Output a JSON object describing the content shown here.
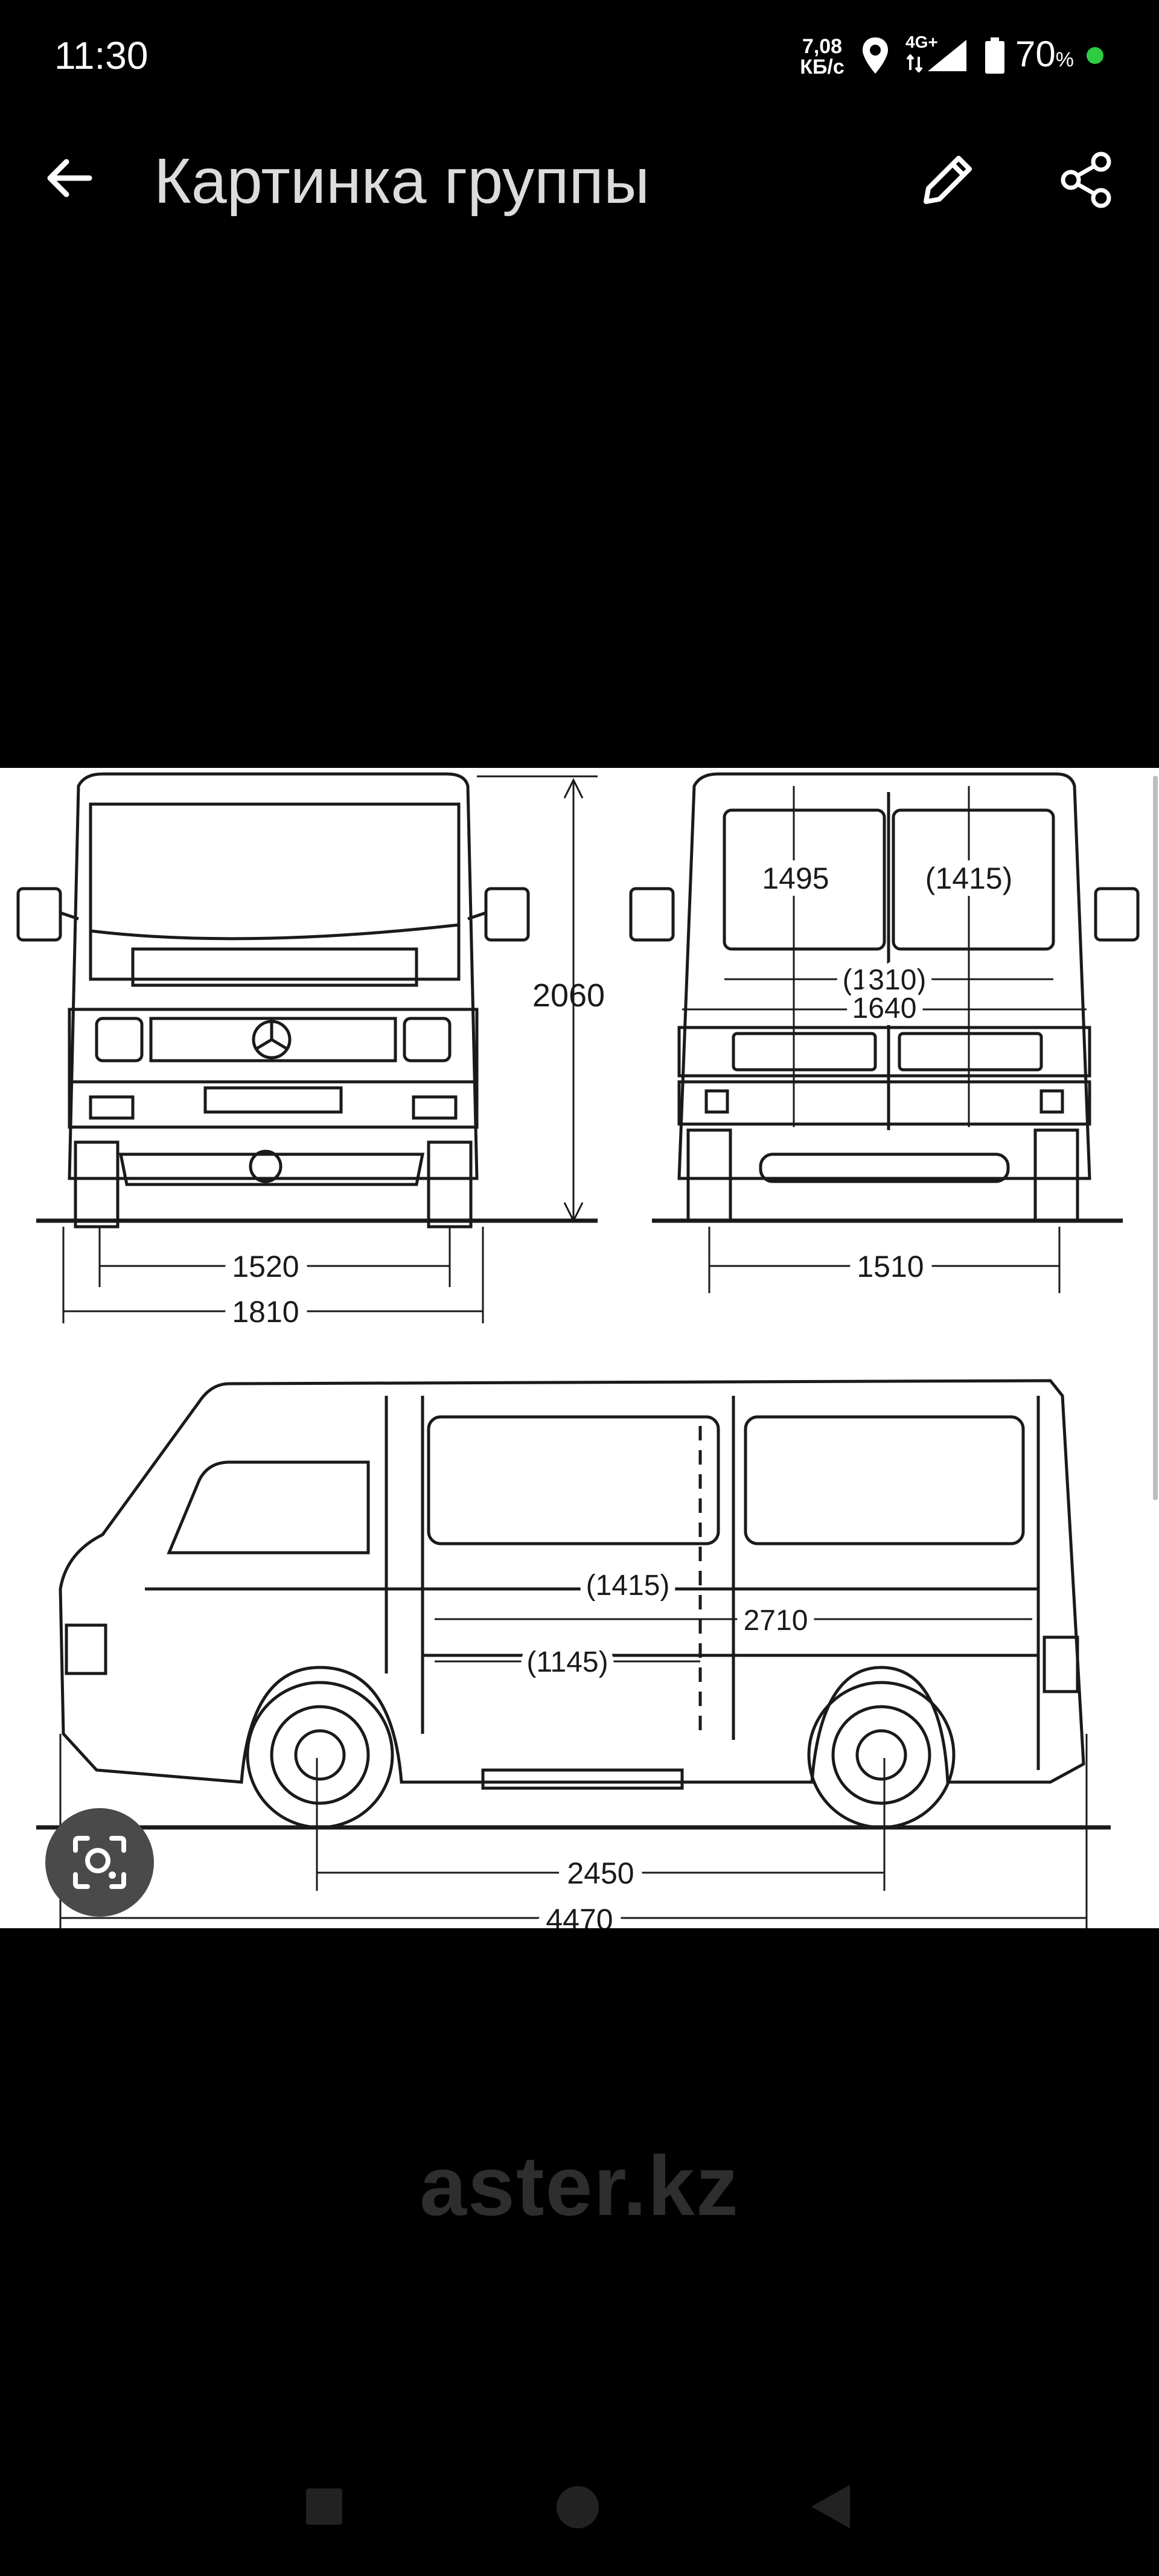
{
  "status_bar": {
    "time": "11:30",
    "net_speed_value": "7,08",
    "net_speed_unit": "КБ/с",
    "network": "4G+",
    "battery_percent": "70",
    "battery_percent_sign": "%",
    "icons": [
      "location-icon",
      "signal-icon",
      "battery-icon",
      "green-dot-indicator"
    ]
  },
  "app_bar": {
    "title": "Картинка группы",
    "back_icon": "arrow-back-icon",
    "edit_icon": "pencil-icon",
    "share_icon": "share-icon"
  },
  "blueprint": {
    "front_view": {
      "height": "2060",
      "track": "1520",
      "width": "1810"
    },
    "rear_view": {
      "door_height": "1495",
      "opening_height": "(1415)",
      "opening_width": "(1310)",
      "rear_width": "1640",
      "track": "1510"
    },
    "side_view": {
      "cargo_height": "(1415)",
      "cargo_length": "2710",
      "side_door_width": "(1145)",
      "wheelbase": "2450",
      "overall_length": "4470"
    }
  },
  "watermark": "aster.kz",
  "nav_bar": {
    "icons": [
      "recents-square-icon",
      "home-circle-icon",
      "back-triangle-icon"
    ]
  },
  "colors": {
    "background": "#000000",
    "accent_dot": "#2ecc40"
  }
}
